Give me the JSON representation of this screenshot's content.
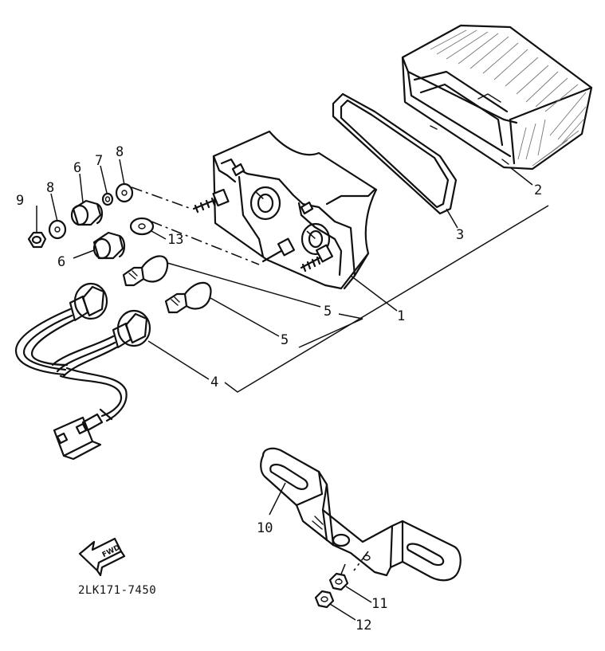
{
  "diagram": {
    "part_code": "2LK171-7450",
    "arrow_label": "FWD",
    "callouts": [
      {
        "id": "c1",
        "label": "1"
      },
      {
        "id": "c2",
        "label": "2"
      },
      {
        "id": "c3",
        "label": "3"
      },
      {
        "id": "c4",
        "label": "4"
      },
      {
        "id": "c5a",
        "label": "5"
      },
      {
        "id": "c5b",
        "label": "5"
      },
      {
        "id": "c6a",
        "label": "6"
      },
      {
        "id": "c6b",
        "label": "6"
      },
      {
        "id": "c7",
        "label": "7"
      },
      {
        "id": "c8a",
        "label": "8"
      },
      {
        "id": "c8b",
        "label": "8"
      },
      {
        "id": "c9",
        "label": "9"
      },
      {
        "id": "c10",
        "label": "10"
      },
      {
        "id": "c11",
        "label": "11"
      },
      {
        "id": "c12",
        "label": "12"
      },
      {
        "id": "c13",
        "label": "13"
      }
    ]
  }
}
